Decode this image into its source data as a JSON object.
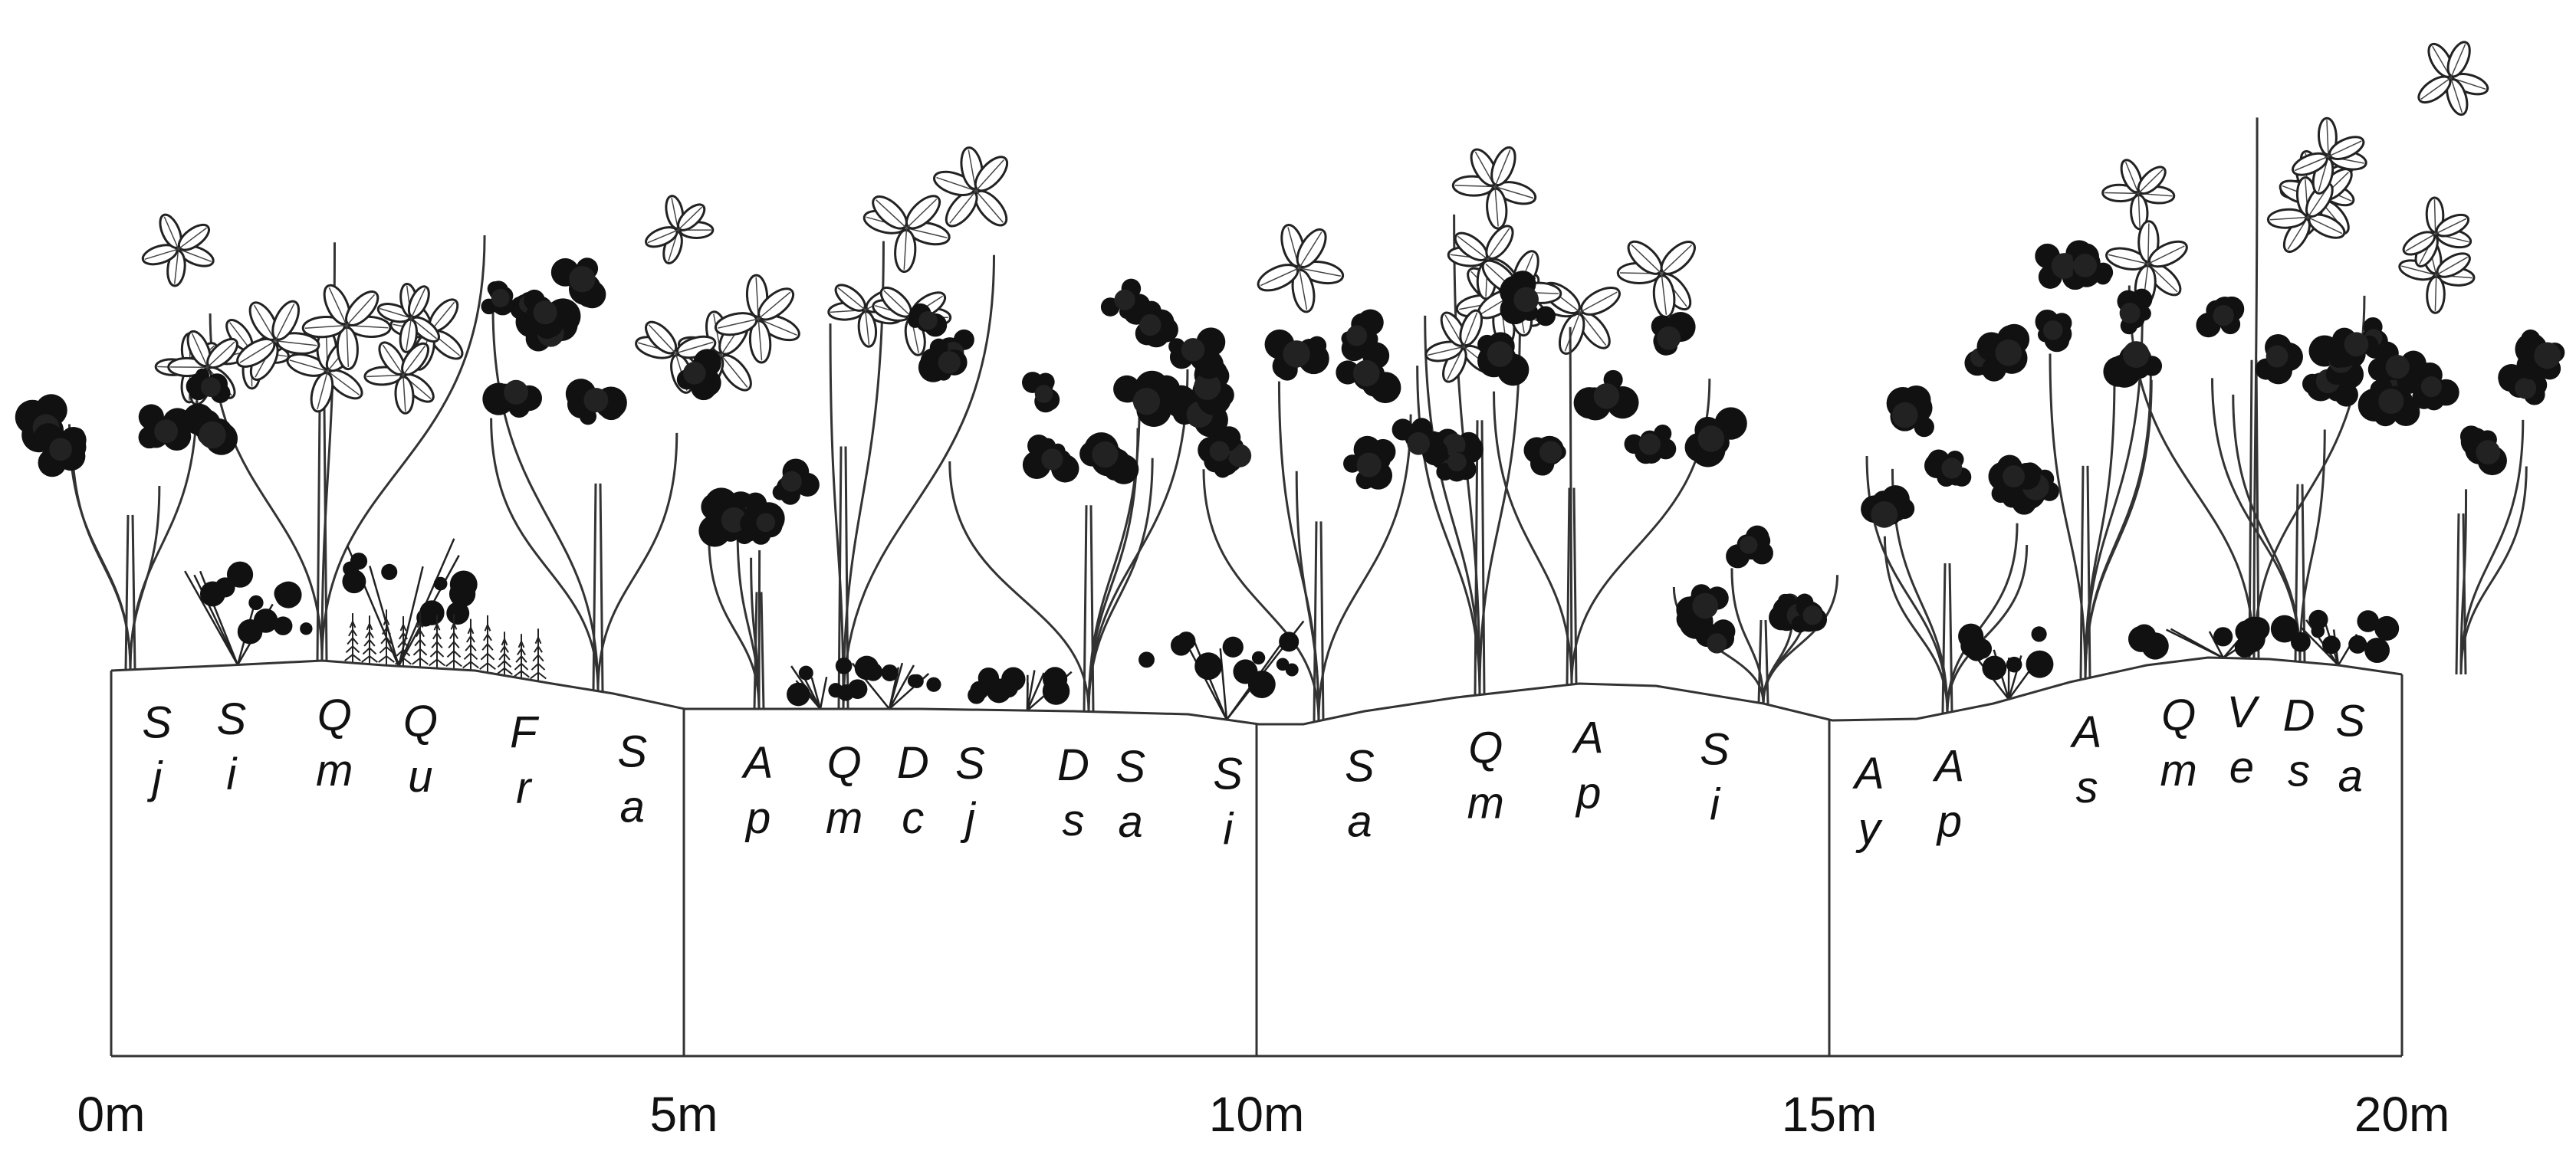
{
  "scale": {
    "marks": [
      {
        "meters": 0,
        "label": "0m"
      },
      {
        "meters": 5,
        "label": "5m"
      },
      {
        "meters": 10,
        "label": "10m"
      },
      {
        "meters": 15,
        "label": "15m"
      },
      {
        "meters": 20,
        "label": "20m"
      }
    ]
  },
  "species_labels": [
    {
      "m": 0.4,
      "code": [
        "S",
        "j"
      ]
    },
    {
      "m": 1.05,
      "code": [
        "S",
        "i"
      ]
    },
    {
      "m": 1.95,
      "code": [
        "Q",
        "m"
      ]
    },
    {
      "m": 2.7,
      "code": [
        "Q",
        "u"
      ]
    },
    {
      "m": 3.6,
      "code": [
        "F",
        "r"
      ]
    },
    {
      "m": 4.55,
      "code": [
        "S",
        "a"
      ]
    },
    {
      "m": 5.65,
      "code": [
        "A",
        "p"
      ]
    },
    {
      "m": 6.4,
      "code": [
        "Q",
        "m"
      ]
    },
    {
      "m": 7.0,
      "code": [
        "D",
        "c"
      ]
    },
    {
      "m": 7.5,
      "code": [
        "S",
        "j"
      ]
    },
    {
      "m": 8.4,
      "code": [
        "D",
        "s"
      ]
    },
    {
      "m": 8.9,
      "code": [
        "S",
        "a"
      ]
    },
    {
      "m": 9.75,
      "code": [
        "S",
        "i"
      ]
    },
    {
      "m": 10.9,
      "code": [
        "S",
        "a"
      ]
    },
    {
      "m": 12.0,
      "code": [
        "Q",
        "m"
      ]
    },
    {
      "m": 12.9,
      "code": [
        "A",
        "p"
      ]
    },
    {
      "m": 14.0,
      "code": [
        "S",
        "i"
      ]
    },
    {
      "m": 15.35,
      "code": [
        "A",
        "y"
      ]
    },
    {
      "m": 16.05,
      "code": [
        "A",
        "p"
      ]
    },
    {
      "m": 17.25,
      "code": [
        "A",
        "s"
      ]
    },
    {
      "m": 18.05,
      "code": [
        "Q",
        "m"
      ]
    },
    {
      "m": 18.6,
      "code": [
        "V",
        "e"
      ]
    },
    {
      "m": 19.1,
      "code": [
        "D",
        "s"
      ]
    },
    {
      "m": 19.55,
      "code": [
        "S",
        "a"
      ]
    }
  ],
  "colors": {
    "ink": "#111111",
    "paper": "#ffffff"
  }
}
